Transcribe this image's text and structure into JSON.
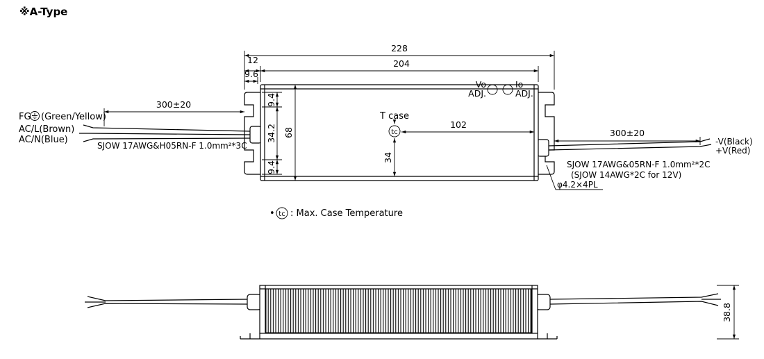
{
  "title": "※A-Type",
  "colors": {
    "line": "#000000",
    "background": "#ffffff"
  },
  "top_view": {
    "dim_overall_length": "228",
    "dim_body_length": "204",
    "dim_bracket_offset": "12",
    "dim_hole_offset": "9.6",
    "dim_slot_top": "9.4",
    "dim_slot_span": "34.2",
    "dim_slot_bottom": "9.4",
    "dim_overall_width": "68",
    "dim_tc_from_right": "102",
    "dim_tc_from_bottom": "34",
    "tcase_label": "T case",
    "tc_symbol": "tc",
    "vo_label": "Vo",
    "vo_adj_label": "ADJ.",
    "io_label": "Io",
    "io_adj_label": "ADJ.",
    "mounting_hole_label": "φ4.2×4PL",
    "input": {
      "cable_length": "300±20",
      "fg_label": "FG",
      "fg_color": "(Green/Yellow)",
      "line_label": "AC/L(Brown)",
      "neutral_label": "AC/N(Blue)",
      "cable_spec": "SJOW 17AWG&H05RN-F 1.0mm²*3C"
    },
    "output": {
      "cable_length": "300±20",
      "cable_spec": "SJOW 17AWG&05RN-F 1.0mm²*2C",
      "cable_spec_alt": "(SJOW 14AWG*2C for 12V)",
      "v_minus": "-V(Black)",
      "v_plus": "+V(Red)"
    }
  },
  "note": {
    "bullet": "•",
    "tc_symbol": "tc",
    "text": ": Max. Case Temperature"
  },
  "side_view": {
    "dim_height": "38.8"
  }
}
